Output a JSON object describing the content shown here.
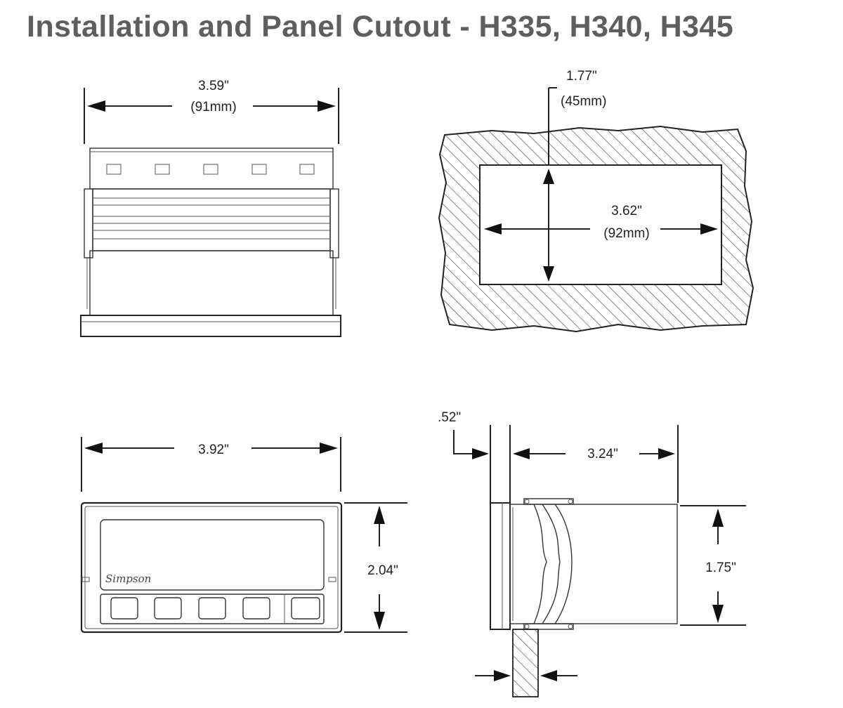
{
  "title": "Installation and Panel Cutout - H335, H340, H345",
  "colors": {
    "title": "#5e5e5e",
    "line": "#222222",
    "background": "#ffffff"
  },
  "top_view": {
    "width_in": "3.59\"",
    "width_mm": "(91mm)"
  },
  "panel_cutout": {
    "height_in": "1.77\"",
    "height_mm": "(45mm)",
    "width_in": "3.62\"",
    "width_mm": "(92mm)"
  },
  "front_view": {
    "width": "3.92\"",
    "height": "2.04\"",
    "logo": "Simpson"
  },
  "side_view": {
    "bezel_depth": ".52\"",
    "depth": "3.24\"",
    "body_height": "1.75\""
  }
}
